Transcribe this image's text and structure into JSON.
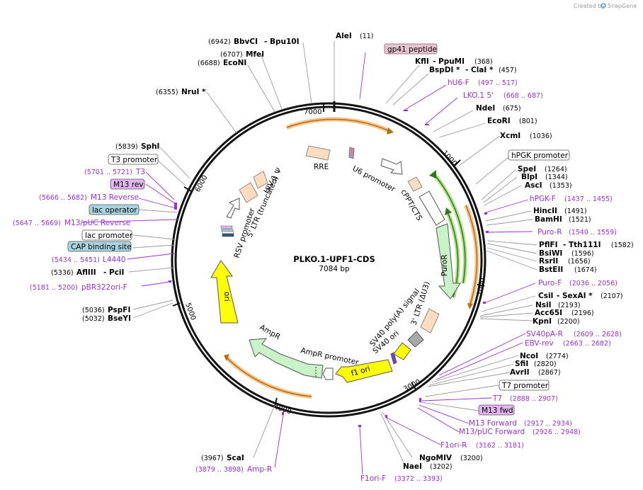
{
  "credit": {
    "created_by": "Created by",
    "brand": "SnapGene"
  },
  "map": {
    "name": "PLKO.1-UPF1-CDS",
    "length": "7084 bp"
  },
  "ticks": [
    "1000",
    "2000",
    "3000",
    "4000",
    "5000",
    "6000",
    "7000"
  ],
  "sites": [
    {
      "name": "AleI",
      "pos": "(11)"
    },
    {
      "name": "KflI",
      "name2": "PpuMI",
      "pos": "(368)"
    },
    {
      "name": "BspDI *",
      "name2": "ClaI *",
      "pos": "(457)"
    },
    {
      "name": "NdeI",
      "pos": "(675)"
    },
    {
      "name": "EcoRI",
      "pos": "(801)"
    },
    {
      "name": "XcmI",
      "pos": "(1036)"
    },
    {
      "name": "SpeI",
      "pos": "(1264)"
    },
    {
      "name": "BlpI",
      "pos": "(1344)"
    },
    {
      "name": "AscI",
      "pos": "(1353)"
    },
    {
      "name": "HincII",
      "pos": "(1491)"
    },
    {
      "name": "BamHI",
      "pos": "(1521)"
    },
    {
      "name": "PflFI",
      "name2": "Tth111I",
      "pos": "(1582)"
    },
    {
      "name": "BsiWI",
      "pos": "(1596)"
    },
    {
      "name": "RsrII",
      "pos": "(1656)"
    },
    {
      "name": "BstEII",
      "pos": "(1674)"
    },
    {
      "name": "CsiI",
      "name2": "SexAI *",
      "pos": "(2107)"
    },
    {
      "name": "NsiI",
      "pos": "(2193)"
    },
    {
      "name": "Acc65I",
      "pos": "(2196)"
    },
    {
      "name": "KpnI",
      "pos": "(2200)"
    },
    {
      "name": "NcoI",
      "pos": "(2774)"
    },
    {
      "name": "SfiI",
      "pos": "(2820)"
    },
    {
      "name": "AvrII",
      "pos": "(2867)"
    },
    {
      "name": "NgoMIV",
      "pos": "(3200)"
    },
    {
      "name": "NaeI",
      "pos": "(3202)"
    },
    {
      "name": "ScaI",
      "pos": "(3967)"
    },
    {
      "name": "PspFI",
      "pos": "(5036)"
    },
    {
      "name": "BseYI",
      "pos": "(5032)"
    },
    {
      "name": "AflIII",
      "name2": "PciI",
      "pos": "(5336)"
    },
    {
      "name": "SphI",
      "pos": "(5839)"
    },
    {
      "name": "NruI *",
      "pos": "(6355)"
    },
    {
      "name": "EcoNI",
      "pos": "(6688)"
    },
    {
      "name": "MfeI",
      "pos": "(6707)"
    },
    {
      "name": "BbvCI",
      "name2": "Bpu10I",
      "pos": "(6942)"
    }
  ],
  "primers": [
    {
      "name": "hU6-F",
      "range": "(497 .. 517)"
    },
    {
      "name": "LKO.1 5'",
      "range": "(668 .. 687)"
    },
    {
      "name": "hPGK-F",
      "range": "(1437 .. 1455)"
    },
    {
      "name": "Puro-R",
      "range": "(1540 .. 1559)"
    },
    {
      "name": "Puro-F",
      "range": "(2036 .. 2056)"
    },
    {
      "name": "SV40pA-R",
      "range": "(2609 .. 2628)"
    },
    {
      "name": "EBV-rev",
      "range": "(2663 .. 2682)"
    },
    {
      "name": "T7",
      "range": "(2888 .. 2907)"
    },
    {
      "name": "M13 Forward",
      "range": "(2917 .. 2934)"
    },
    {
      "name": "M13/pUC Forward",
      "range": "(2926 .. 2948)"
    },
    {
      "name": "F1ori-R",
      "range": "(3162 .. 3181)"
    },
    {
      "name": "F1ori-F",
      "range": "(3372 .. 3393)"
    },
    {
      "name": "Amp-R",
      "range": "(3879 .. 3898)"
    },
    {
      "name": "pBR322ori-F",
      "range": "(5181 .. 5200)"
    },
    {
      "name": "L4440",
      "range": "(5434 .. 5451)"
    },
    {
      "name": "M13/pUC Reverse",
      "range": "(5647 .. 5669)"
    },
    {
      "name": "M13 Reverse",
      "range": "(5666 .. 5682)"
    },
    {
      "name": "T3",
      "range": "(5701 .. 5721)"
    }
  ],
  "boxed_labels": {
    "gp41": "gp41 peptide",
    "hpgk": "hPGK promoter",
    "t7prom": "T7 promoter",
    "m13fwd": "M13 fwd",
    "t3prom": "T3 promoter",
    "m13rev": "M13 rev",
    "lacop": "lac operator",
    "lacprom": "lac promoter",
    "cap": "CAP binding site"
  },
  "features": {
    "rre": "RRE",
    "u6": "U6 promoter",
    "cppt": "cPPT/CTS",
    "puror": "PuroR",
    "ltr3": "3' LTR (ΔU3)",
    "sv40pa": "SV40 poly(A) signal",
    "sv40ori": "SV40 ori",
    "f1ori": "f1 ori",
    "ampprom": "AmpR promoter",
    "ampr": "AmpR",
    "ori": "ori",
    "rsv": "RSV promoter",
    "ltr5": "5' LTR (truncated)",
    "hiv": "HIV-1 Ψ"
  },
  "colors": {
    "enzyme": "#000000",
    "primer": "#9b30d9",
    "orange_arc": "#d98b1c",
    "green_arc": "#5aa02c",
    "promoter_fill": "#ffffff",
    "gene_fill": "#c9f2c9",
    "ori_fill": "#ffff00",
    "ltr_fill": "#fddcbf",
    "gp41_fill": "#e8c4d0",
    "lac_fill": "#a8d4e0",
    "m13_fill": "#e2b4f0"
  }
}
